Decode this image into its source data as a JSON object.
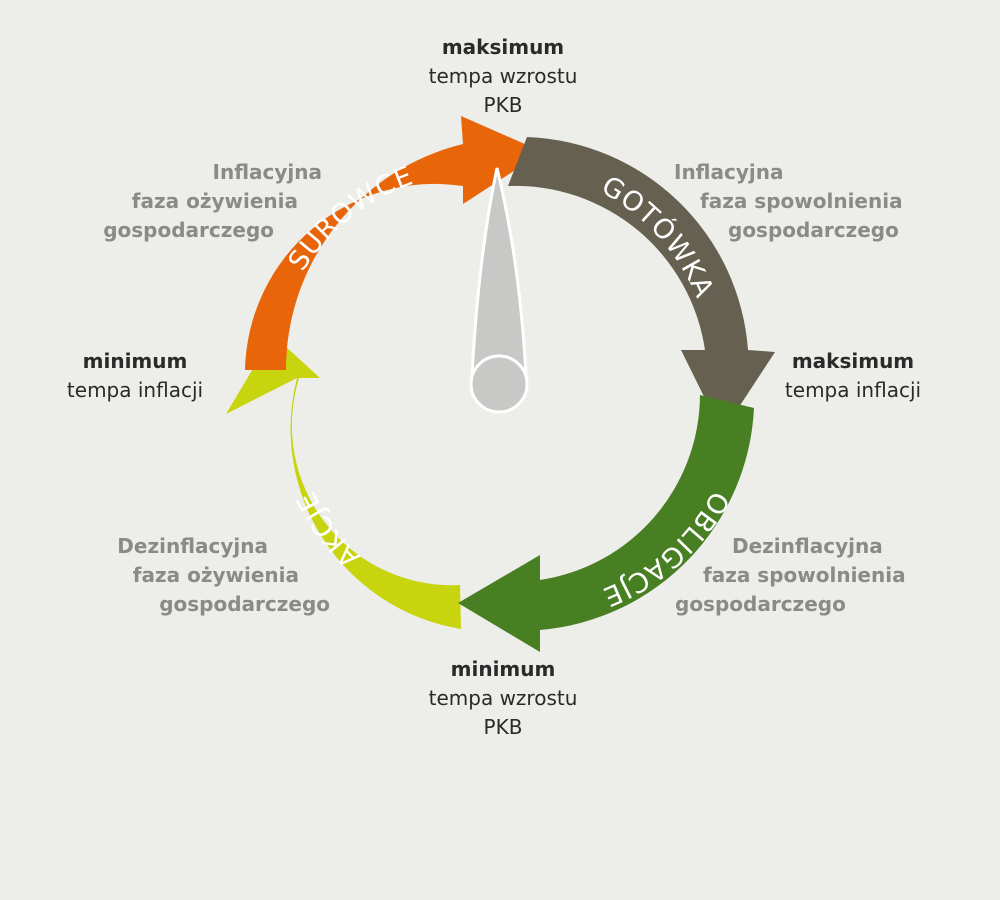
{
  "arcs": [
    {
      "id": "surowce",
      "label": "SUROWCE",
      "color": "#e8650a"
    },
    {
      "id": "gotowka",
      "label": "GOTÓWKA",
      "color": "#65604f"
    },
    {
      "id": "obligacje",
      "label": "OBLIGACJE",
      "color": "#477f22"
    },
    {
      "id": "akcje",
      "label": "AKCJE",
      "color": "#c8d40d"
    }
  ],
  "gauge": {
    "needle_color": "#c8c8c6",
    "hub_color": "#c8c8c6"
  },
  "milestones": {
    "top": [
      "maksimum",
      "tempa wzrostu",
      "PKB"
    ],
    "right": [
      "maksimum",
      "tempa inflacji"
    ],
    "bottom": [
      "minimum",
      "tempa wzrostu",
      "PKB"
    ],
    "left": [
      "minimum",
      "tempa inflacji"
    ]
  },
  "phases": {
    "top_left": [
      "Inflacyjna",
      "faza ożywienia",
      "gospodarczego"
    ],
    "top_right": [
      "Inflacyjna",
      "faza spowolnienia",
      "gospodarczego"
    ],
    "bottom_left": [
      "Dezinflacyjna",
      "faza ożywienia",
      "gospodarczego"
    ],
    "bottom_right": [
      "Dezinflacyjna",
      "faza spowolnienia",
      "gospodarczego"
    ]
  }
}
